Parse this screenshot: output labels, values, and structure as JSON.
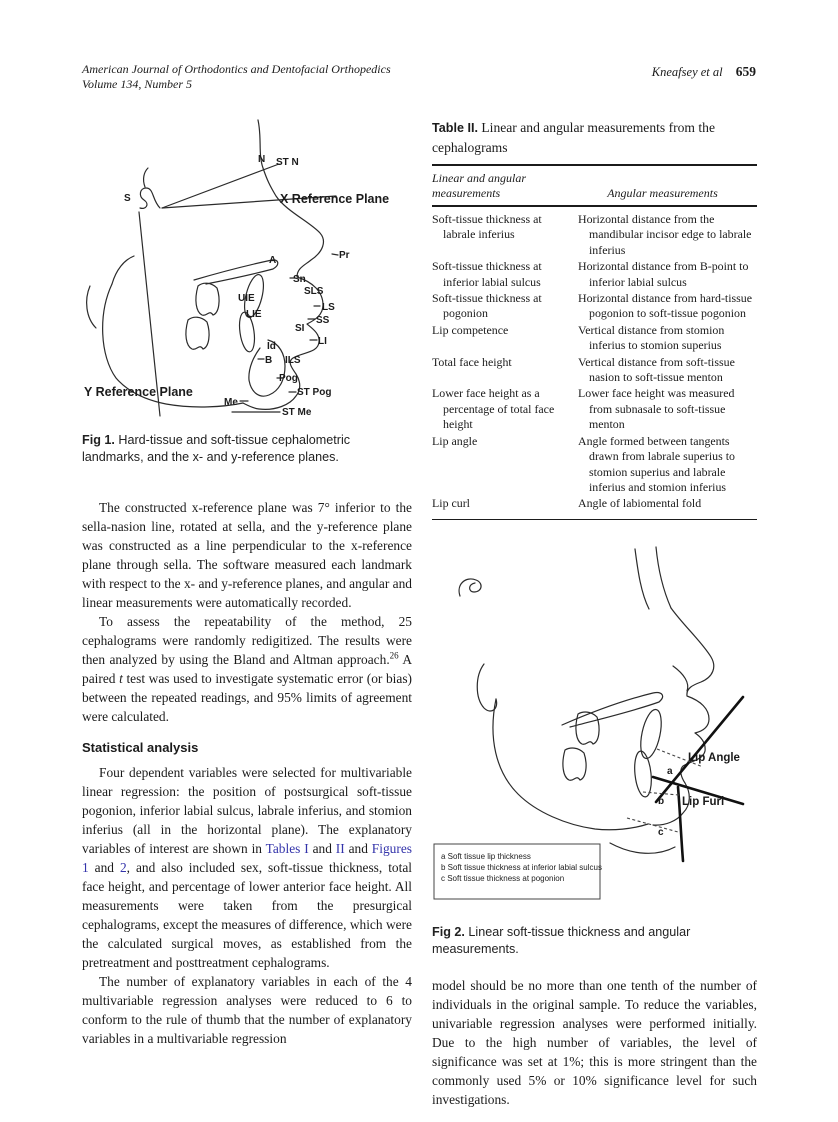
{
  "header": {
    "journal_line1": "American Journal of Orthodontics and Dentofacial Orthopedics",
    "journal_line2": "Volume 134, Number 5",
    "running_authors": "Kneafsey et al",
    "page_number": "659"
  },
  "fig1": {
    "labels": {
      "n": "N",
      "st_n": "ST N",
      "s": "S",
      "x_plane": "X Reference Plane",
      "a": "A",
      "pr": "Pr",
      "sn": "Sn",
      "sls": "SLS",
      "uie": "UIE",
      "lie": "LIE",
      "ls": "LS",
      "ss": "SS",
      "si": "SI",
      "li": "LI",
      "id": "Id",
      "b": "B",
      "ils": "ILS",
      "pog": "Pog",
      "st_pog": "ST Pog",
      "me": "Me",
      "st_me": "ST Me",
      "y_plane": "Y Reference Plane"
    },
    "caption_label": "Fig 1.",
    "caption_text": "Hard-tissue and soft-tissue cephalometric landmarks, and the x- and y-reference planes."
  },
  "body": {
    "para1": "The constructed x-reference plane was 7° inferior to the sella-nasion line, rotated at sella, and the y-reference plane was constructed as a line perpendicular to the x-reference plane through sella. The software measured each landmark with respect to the x- and y-reference planes, and angular and linear measurements were automatically recorded.",
    "para2_a": "To assess the repeatability of the method, 25 cephalograms were randomly redigitized. The results were then analyzed by using the Bland and Altman approach.",
    "para2_ref": "26",
    "para2_b": " A paired ",
    "para2_t": "t",
    "para2_c": " test was used to investigate systematic error (or bias) between the repeated readings, and 95% limits of agreement were calculated.",
    "heading": "Statistical analysis",
    "para3_a": "Four dependent variables were selected for multivariable linear regression: the position of postsurgical soft-tissue pogonion, inferior labial sulcus, labrale inferius, and stomion inferius (all in the horizontal plane). The explanatory variables of interest are shown in ",
    "para3_link1": "Tables I",
    "para3_b": " and ",
    "para3_link2": "II",
    "para3_c": " and ",
    "para3_link3": "Figures 1",
    "para3_d": " and ",
    "para3_link4": "2",
    "para3_e": ", and also included sex, soft-tissue thickness, total face height, and percentage of lower anterior face height. All measurements were taken from the presurgical cephalograms, except the measures of difference, which were the calculated surgical moves, as established from the pretreatment and posttreatment cephalograms.",
    "para4": "The number of explanatory variables in each of the 4 multivariable regression analyses were reduced to 6 to conform to the rule of thumb that the number of explanatory variables in a multivariable regression",
    "para5": "model should be no more than one tenth of the number of individuals in the original sample. To reduce the variables, univariable regression analyses were performed initially. Due to the high number of variables, the level of significance was set at 1%; this is more stringent than the commonly used 5% or 10% significance level for such investigations."
  },
  "table2": {
    "title_label": "Table II.",
    "title_text": " Linear and angular measurements from the cephalograms",
    "col1_header": "Linear and angular measurements",
    "col2_header": "Angular measurements",
    "rows": [
      {
        "c1": "Soft-tissue thickness at labrale inferius",
        "c2": "Horizontal distance from the mandibular incisor edge to labrale inferius"
      },
      {
        "c1": "Soft-tissue thickness at inferior labial sulcus",
        "c2": "Horizontal distance from B-point to inferior labial sulcus"
      },
      {
        "c1": "Soft-tissue thickness at pogonion",
        "c2": "Horizontal distance from hard-tissue pogonion to soft-tissue pogonion"
      },
      {
        "c1": "Lip competence",
        "c2": "Vertical distance from stomion inferius to stomion superius"
      },
      {
        "c1": "Total face height",
        "c2": "Vertical distance from soft-tissue nasion to soft-tissue menton"
      },
      {
        "c1": "Lower face height as a percentage of total face height",
        "c2": "Lower face height was measured from subnasale to soft-tissue menton"
      },
      {
        "c1": "Lip angle",
        "c2": "Angle formed between tangents drawn from labrale superius to stomion superius and labrale inferius and stomion inferius"
      },
      {
        "c1": "Lip curl",
        "c2": "Angle of labiomental fold"
      }
    ]
  },
  "fig2": {
    "labels": {
      "lip_angle": "Lip Angle",
      "lip_furl": "Lip Furl",
      "a": "a",
      "b": "b",
      "c": "c"
    },
    "legend_a": "a Soft tissue lip thickness",
    "legend_b": "b Soft tissue thickness at inferior labial sulcus",
    "legend_c": "c Soft tissue thickness at pogonion",
    "caption_label": "Fig 2.",
    "caption_text": " Linear soft-tissue thickness and angular measurements."
  },
  "colors": {
    "link": "#3333aa",
    "text": "#1b1b1b",
    "rule": "#1b1b1b"
  }
}
